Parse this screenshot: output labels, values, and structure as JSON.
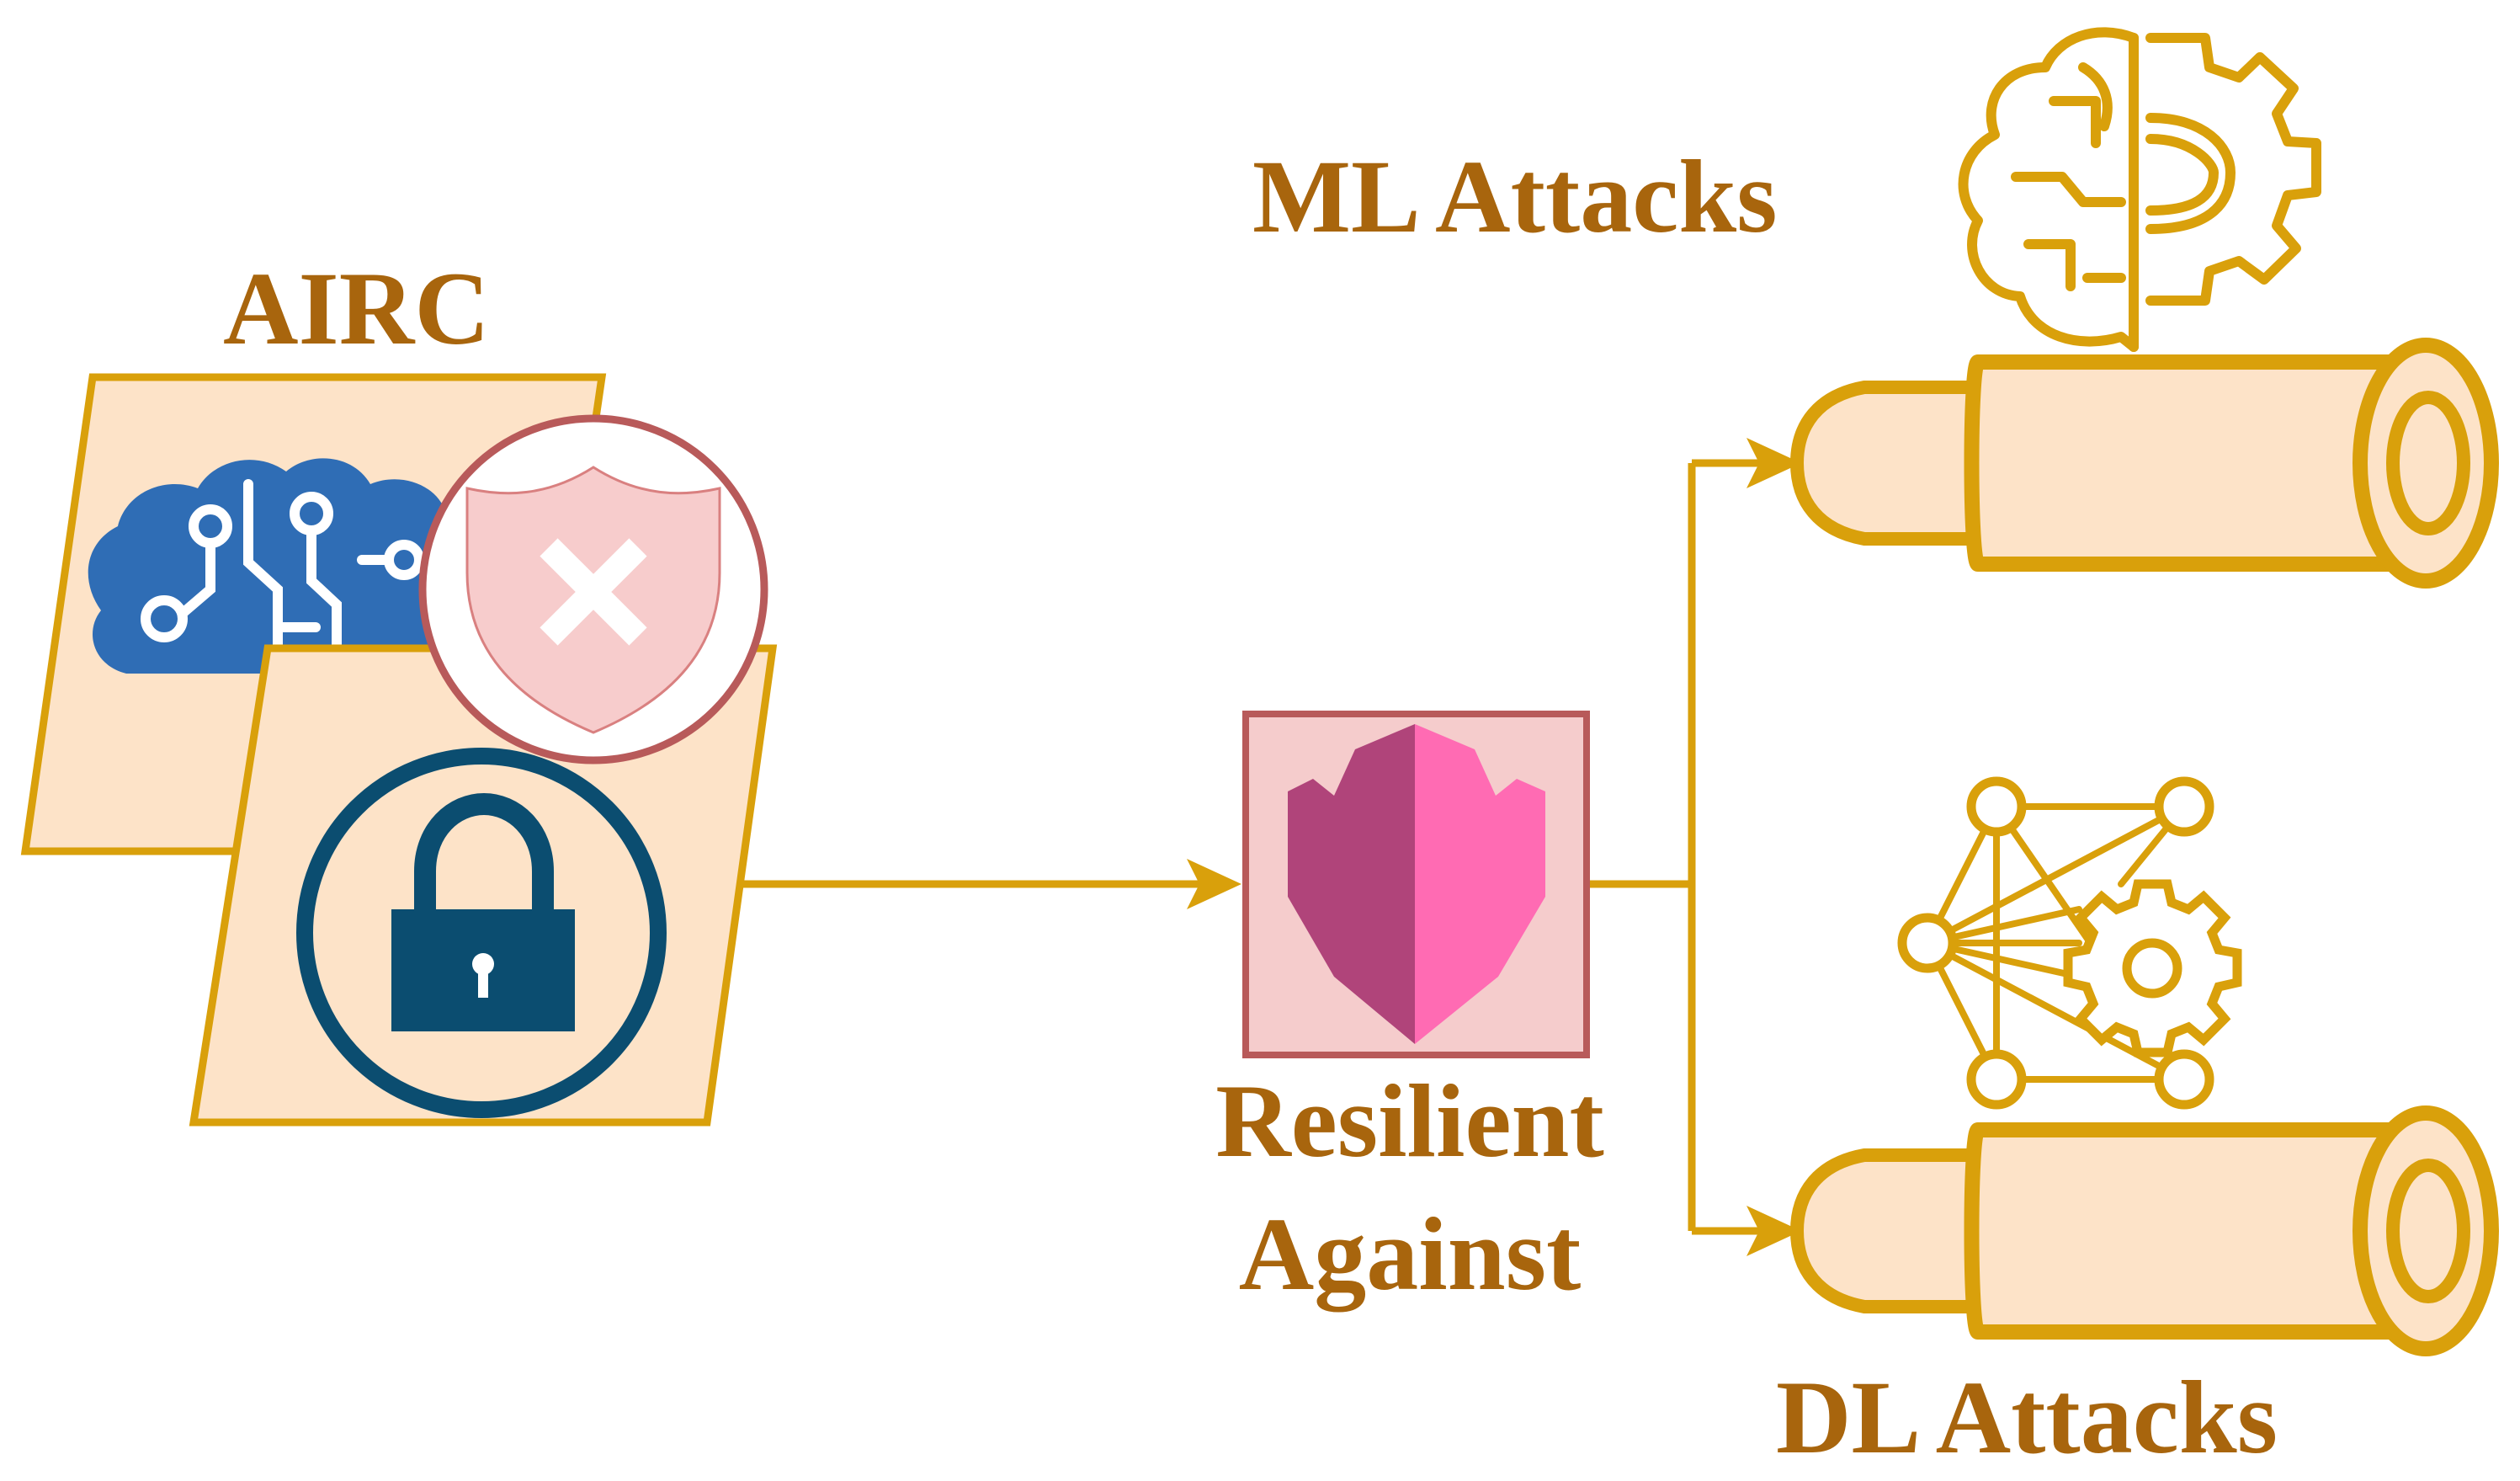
{
  "labels": {
    "airc": "AIRC",
    "resilient_line1": "Resilient",
    "resilient_line2": "Against",
    "ml_attacks": "ML Attacks",
    "dl_attacks": "DL Attacks"
  },
  "icons": {
    "brain_circuit": "brain-circuit-icon",
    "shield_x": "shield-x-icon",
    "padlock": "padlock-icon",
    "resilient_shield": "resilient-shield-icon",
    "brain_gear": "brain-gear-icon",
    "network_gear": "network-gear-icon",
    "bullet": "bullet-icon"
  },
  "colors": {
    "accent": "#d9a00b",
    "label_text": "#a8650d",
    "card_fill": "#fde3c8",
    "brain_blue": "#2f6db5",
    "lock_navy": "#0b4d70",
    "shield_badge_red": "#b85a5a",
    "shield_badge_fill": "#f7cccc",
    "resilient_box_fill": "#f5cccc",
    "resilient_dark_pink": "#b0447a",
    "resilient_light_pink": "#ff6bb3"
  }
}
